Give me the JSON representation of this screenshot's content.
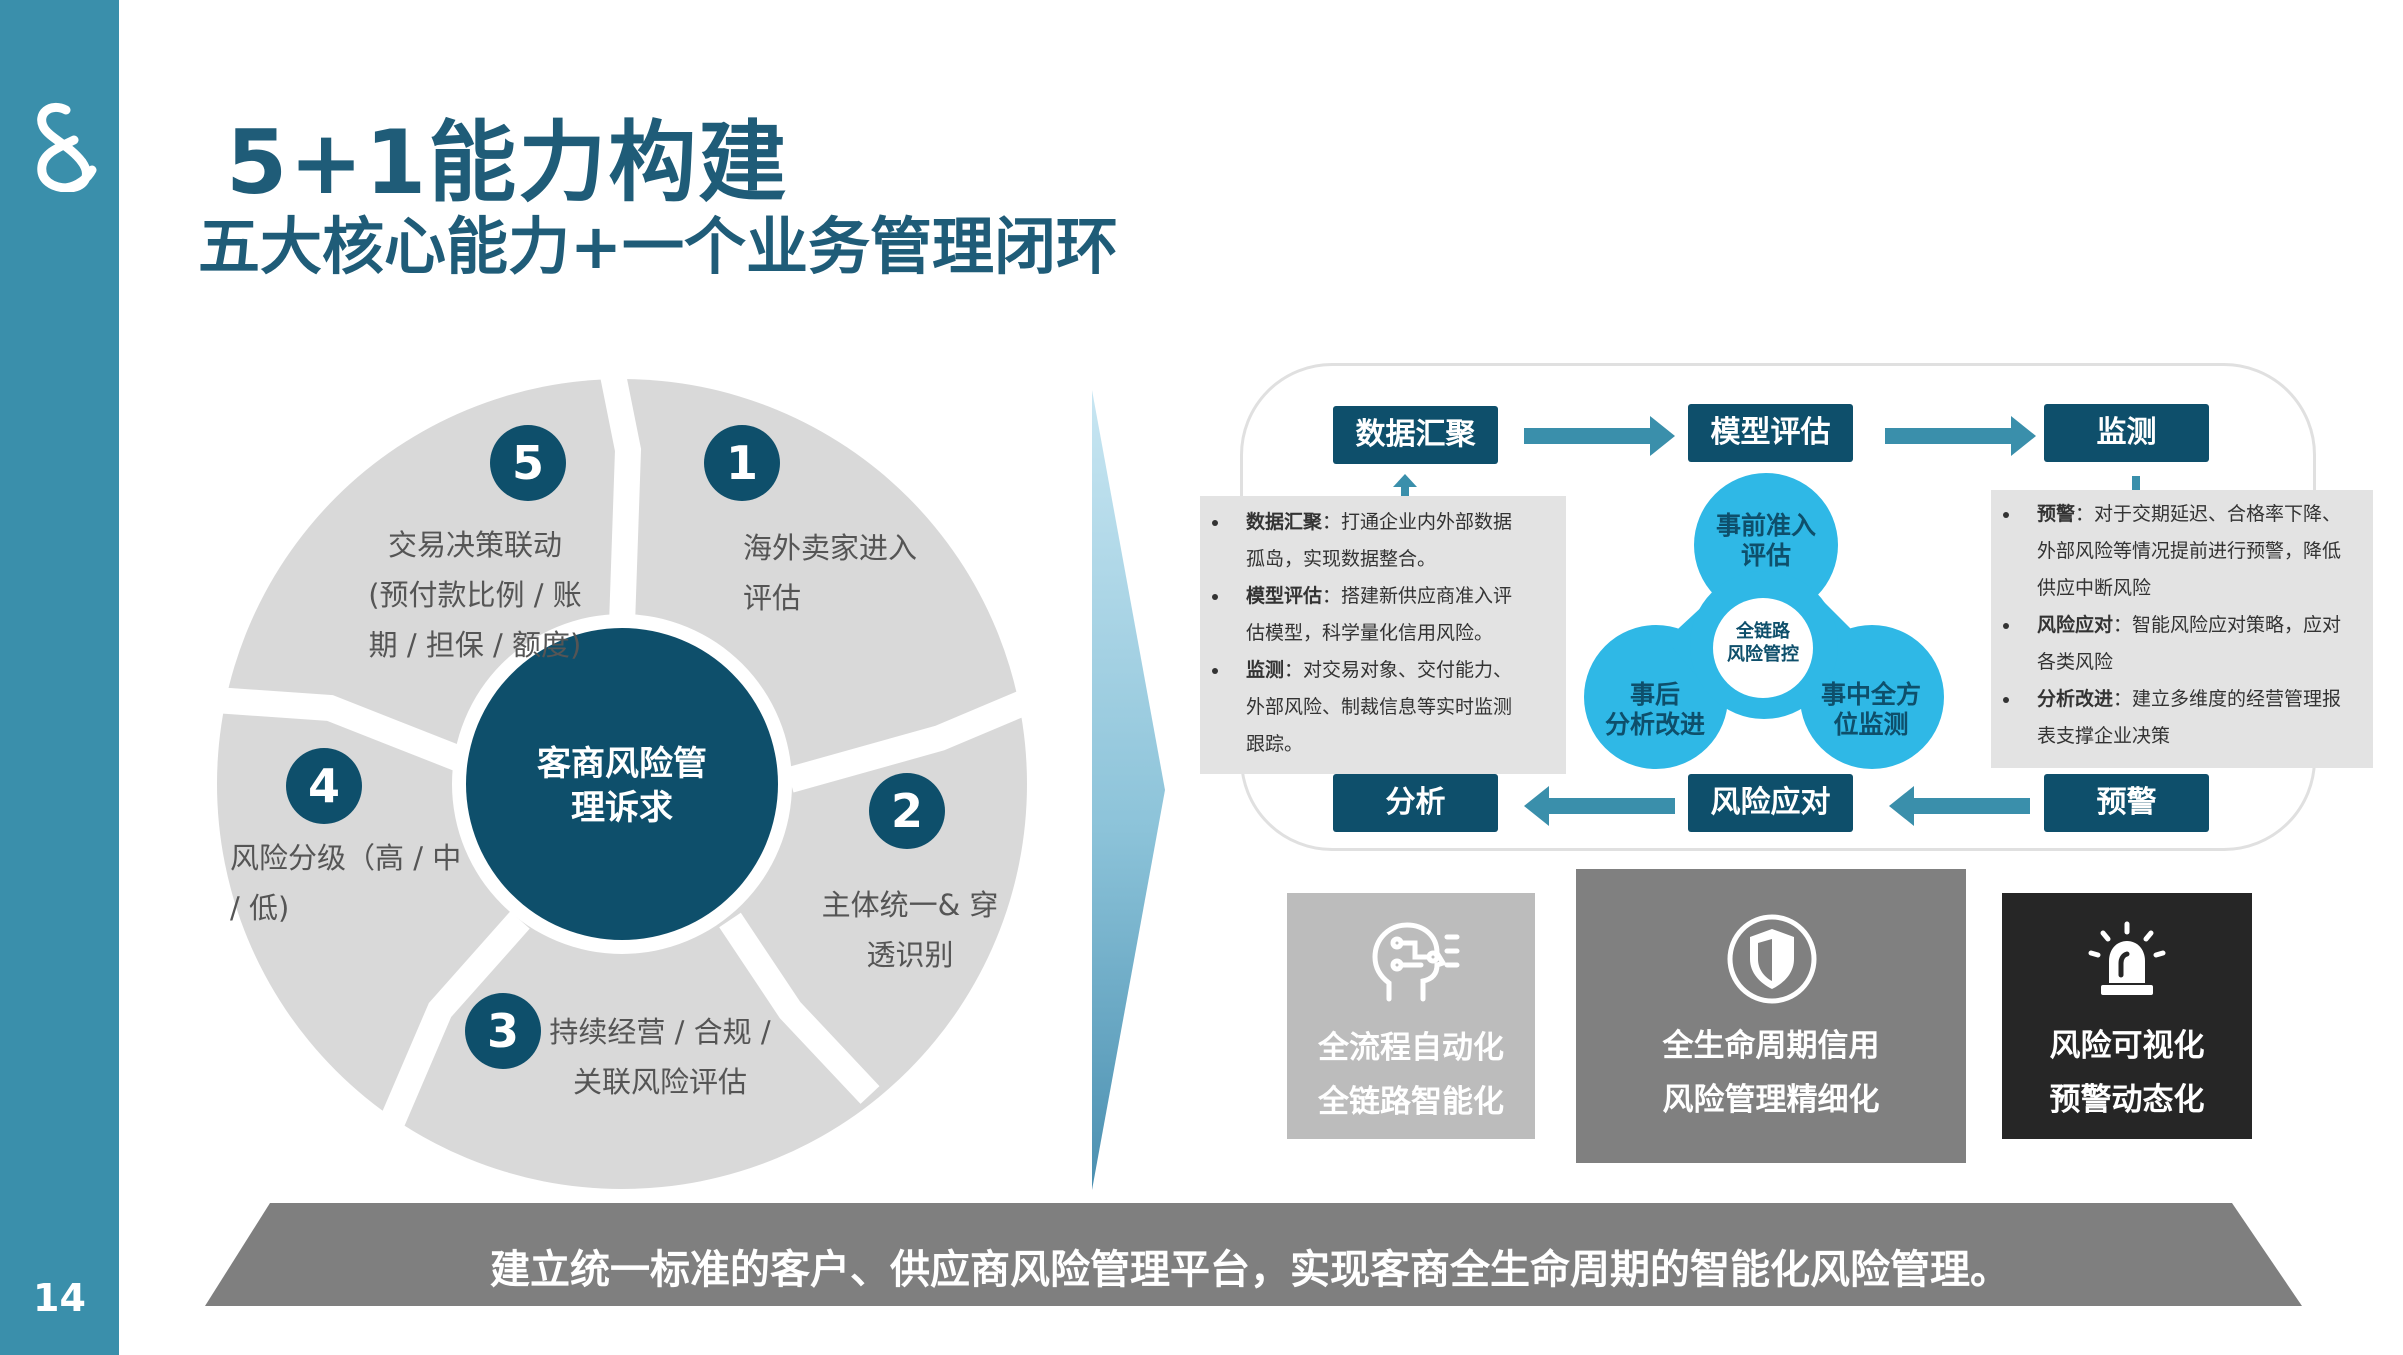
{
  "page_number": "14",
  "title": {
    "main": "5+1能力构建",
    "sub": "五大核心能力+一个业务管理闭环"
  },
  "circle": {
    "center": [
      "客商风险管",
      "理诉求"
    ],
    "segments": [
      {
        "num": "1",
        "lines": [
          "海外卖家进入",
          "评估"
        ]
      },
      {
        "num": "2",
        "lines": [
          "主体统一& 穿",
          "透识别"
        ]
      },
      {
        "num": "3",
        "lines": [
          "持续经营 / 合规 /",
          "关联风险评估"
        ]
      },
      {
        "num": "4",
        "lines": [
          "风险分级（高 / 中",
          "/ 低)"
        ]
      },
      {
        "num": "5",
        "lines": [
          "交易决策联动",
          "(预付款比例 / 账",
          "期 / 担保 / 额度)"
        ]
      }
    ]
  },
  "loop": {
    "boxes": {
      "data_agg": "数据汇聚",
      "model_eval": "模型评估",
      "monitor": "监测",
      "analysis": "分析",
      "risk_response": "风险应对",
      "warning": "预警"
    },
    "left_notes": [
      {
        "label": "数据汇聚",
        "text": "：打通企业内外部数据孤岛，实现数据整合。",
        "lines": [
          "：打通企业内外部数据",
          "孤岛，实现数据整合。"
        ]
      },
      {
        "label": "模型评估",
        "text": "：搭建新供应商准入评估模型，科学量化信用风险。",
        "lines": [
          "：搭建新供应商准入评",
          "估模型，科学量化信用风险。"
        ]
      },
      {
        "label": "监测",
        "text": "：对交易对象、交付能力、外部风险、制裁信息等实时监测跟踪。",
        "lines": [
          "：对交易对象、交付能力、",
          "外部风险、制裁信息等实时监测",
          "跟踪。"
        ]
      }
    ],
    "right_notes": [
      {
        "label": "预警",
        "lines": [
          "：对于交期延迟、合格率下降、",
          "外部风险等情况提前进行预警，降低",
          "供应中断风险"
        ]
      },
      {
        "label": "风险应对",
        "lines": [
          "：智能风险应对策略，应对",
          "各类风险"
        ]
      },
      {
        "label": "分析改进",
        "lines": [
          "：建立多维度的经营管理报",
          "表支撑企业决策"
        ]
      }
    ],
    "trefoil": {
      "top": [
        "事前准入",
        "评估"
      ],
      "left": [
        "事后",
        "分析改进"
      ],
      "right": [
        "事中全方",
        "位监测"
      ],
      "center": [
        "全链路",
        "风险管控"
      ]
    }
  },
  "cards": [
    {
      "icon": "ai-head-icon",
      "lines": [
        "全流程自动化",
        "全链路智能化"
      ],
      "color": "#bcbcbc"
    },
    {
      "icon": "shield-icon",
      "lines": [
        "全生命周期信用",
        "风险管理精细化"
      ],
      "color": "#808080"
    },
    {
      "icon": "alarm-icon",
      "lines": [
        "风险可视化",
        "预警动态化"
      ],
      "color": "#262626"
    }
  ],
  "banner": "建立统一标准的客户、供应商风险管理平台，实现客商全生命周期的智能化风险管理。",
  "colors": {
    "sidebar": "#3a8fab",
    "dark_teal": "#0e4f6b",
    "title": "#1f5c78",
    "ring_gray": "#d9d9d9",
    "banner_gray": "#7f7f7f"
  }
}
